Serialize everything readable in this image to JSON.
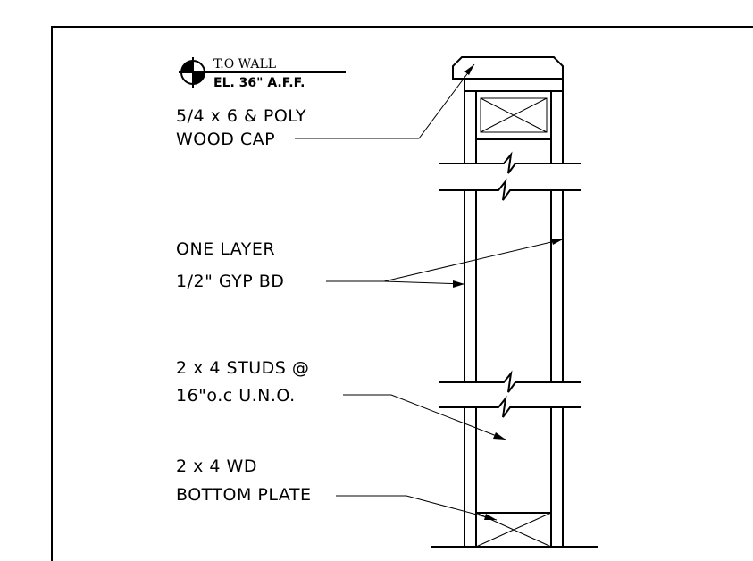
{
  "elevation_marker": {
    "top_text": "T.O WALL",
    "bottom_text": "EL. 36\" A.F.F."
  },
  "callouts": {
    "cap": {
      "line1": "5/4 x 6 & POLY",
      "line2": "WOOD CAP"
    },
    "gyp": {
      "line1": "ONE LAYER",
      "line2": "1/2\" GYP BD"
    },
    "studs": {
      "line1": "2 x 4 STUDS @",
      "line2": "16\"o.c U.N.O."
    },
    "plate": {
      "line1": "2 x 4 WD",
      "line2": "BOTTOM PLATE"
    }
  }
}
